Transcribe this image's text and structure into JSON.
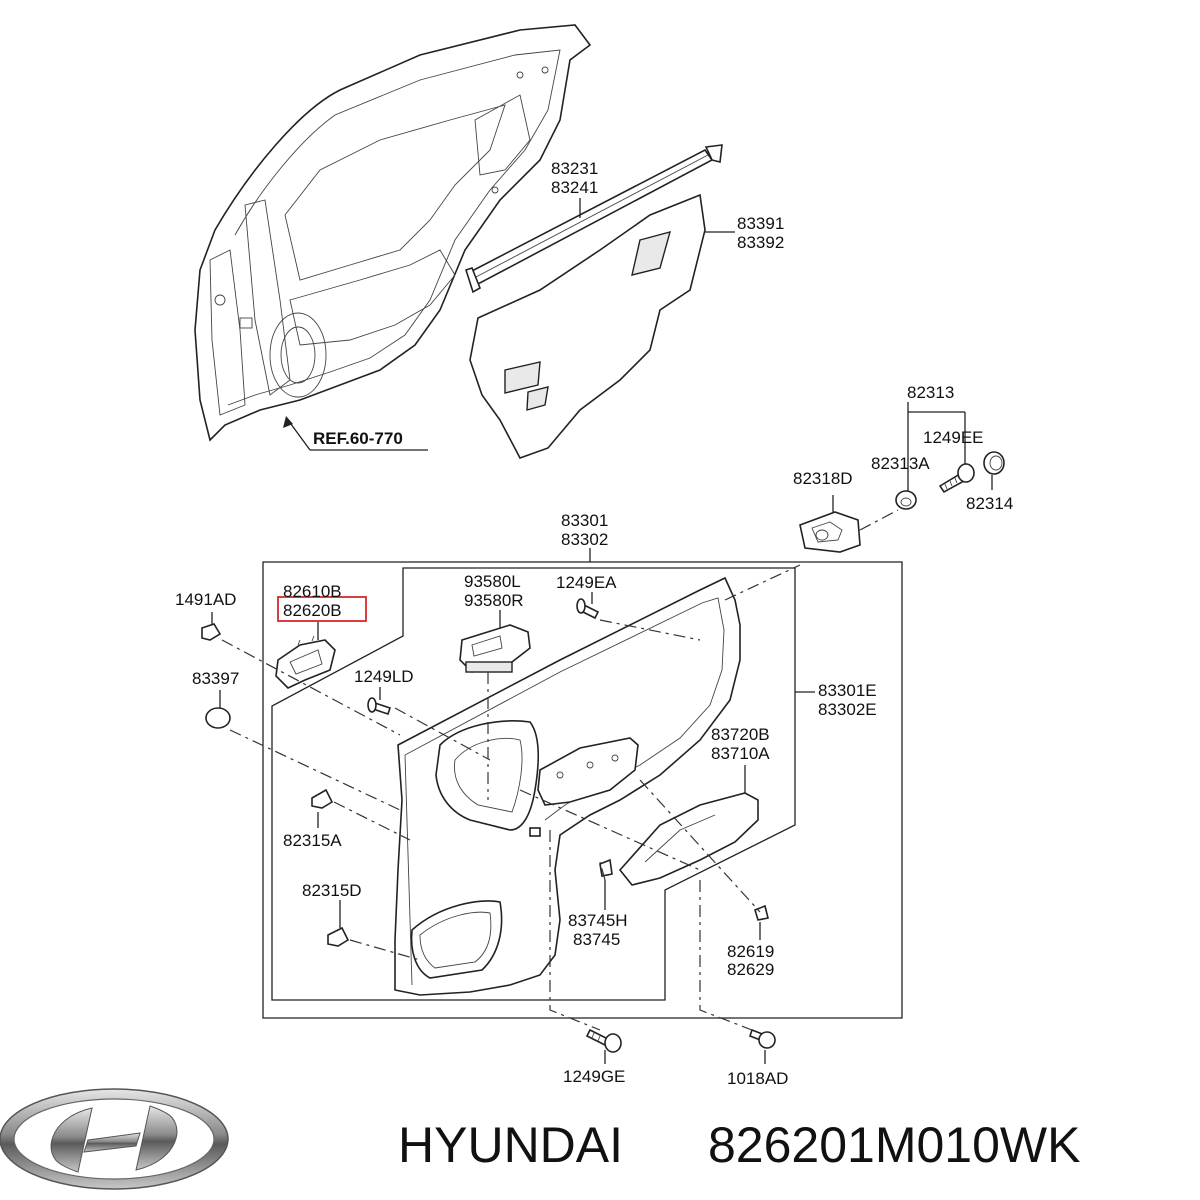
{
  "labels": {
    "p83231": "83231",
    "p83241": "83241",
    "p83391": "83391",
    "p83392": "83392",
    "ref": "REF.60-770",
    "p82313": "82313",
    "p1249EE": "1249EE",
    "p82313A": "82313A",
    "p82318D": "82318D",
    "p82314": "82314",
    "p83301": "83301",
    "p83302": "83302",
    "p1491AD": "1491AD",
    "p82610B": "82610B",
    "p82620B": "82620B",
    "p93580L": "93580L",
    "p93580R": "93580R",
    "p1249EA": "1249EA",
    "p83397": "83397",
    "p1249LD": "1249LD",
    "p83301E": "83301E",
    "p83302E": "83302E",
    "p83720B": "83720B",
    "p83710A": "83710A",
    "p82315A": "82315A",
    "p82315D": "82315D",
    "p83745H": "83745H",
    "p83745": "83745",
    "p82619": "82619",
    "p82629": "82629",
    "p1249GE": "1249GE",
    "p1018AD": "1018AD"
  },
  "highlight_color": "#d62828",
  "brand_logo": "hyundai-logo",
  "caption": {
    "brand": "HYUNDAI",
    "part_number": "826201M010WK"
  }
}
